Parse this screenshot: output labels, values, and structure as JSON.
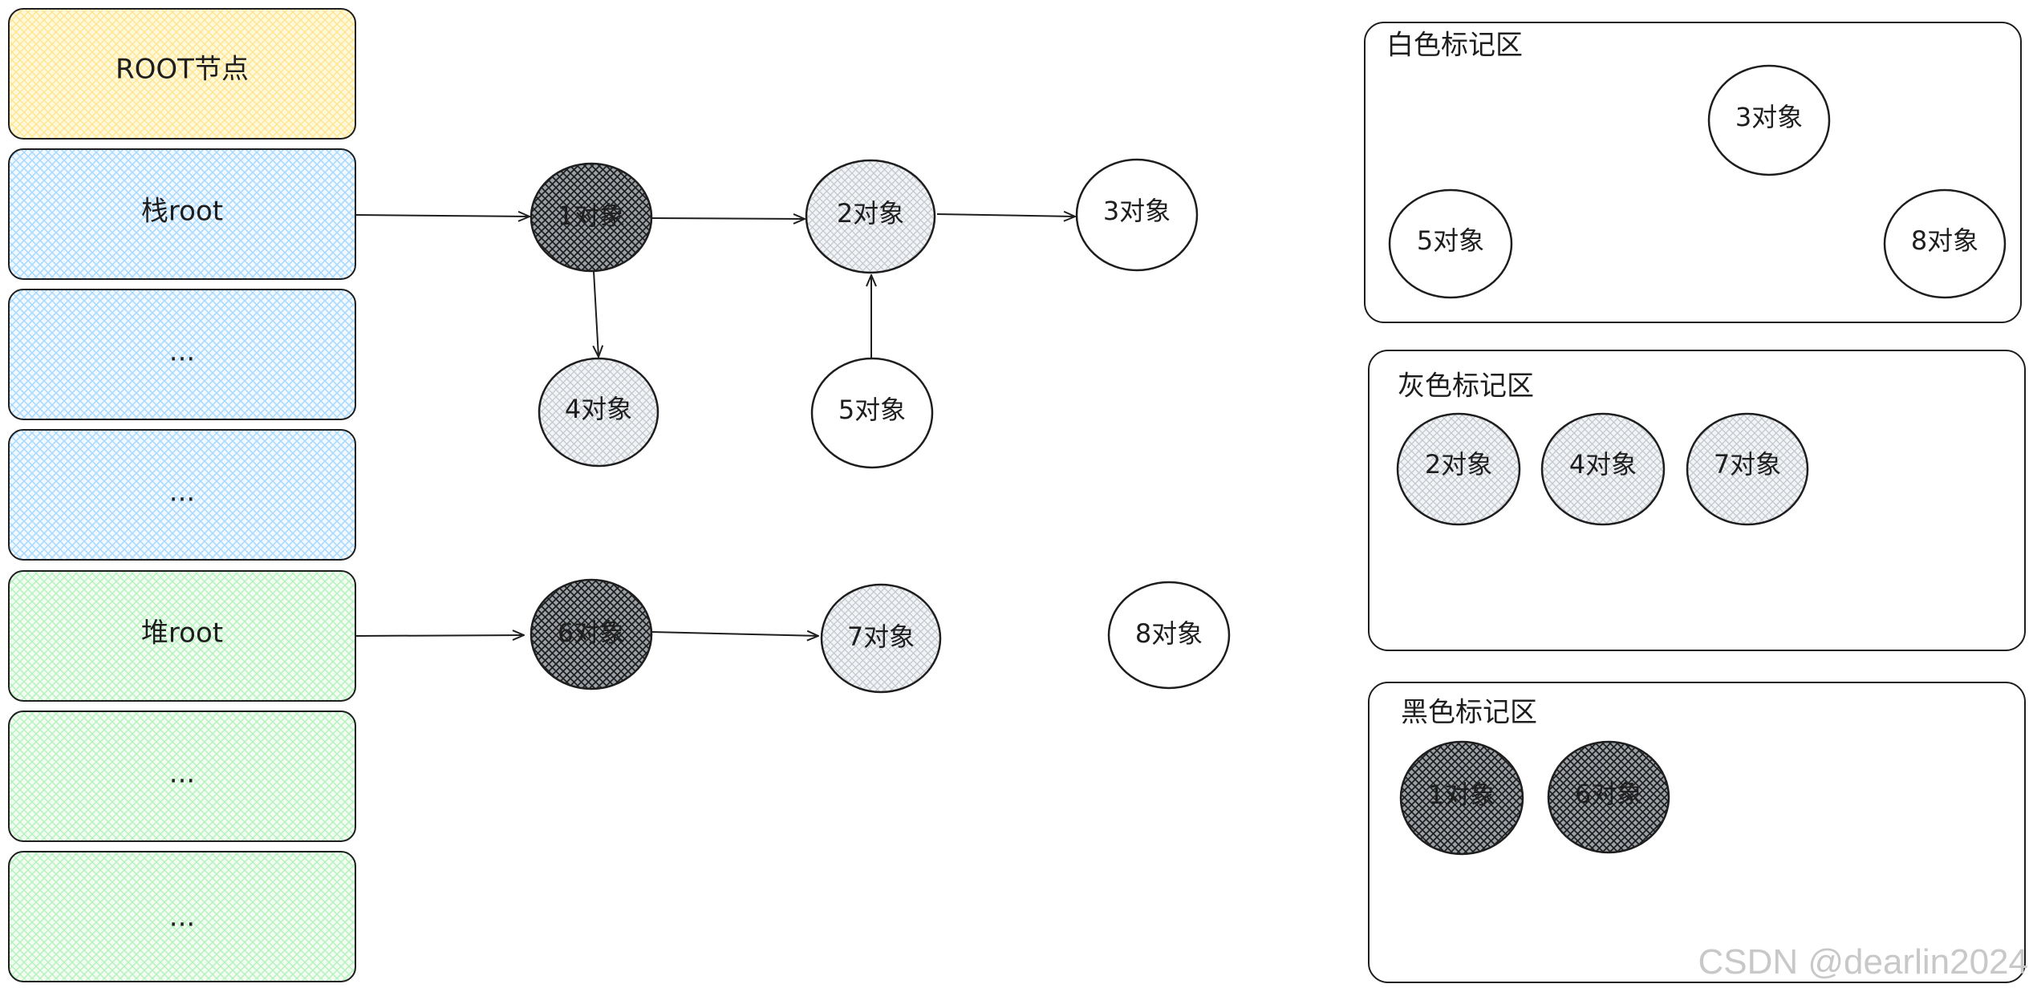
{
  "root_column": {
    "root_label": "ROOT节点",
    "stack_root": "栈root",
    "stack_more_1": "...",
    "stack_more_2": "...",
    "heap_root": "堆root",
    "heap_more_1": "...",
    "heap_more_2": "..."
  },
  "graph": {
    "obj1": "1对象",
    "obj2": "2对象",
    "obj3": "3对象",
    "obj4": "4对象",
    "obj5": "5对象",
    "obj6": "6对象",
    "obj7": "7对象",
    "obj8": "8对象"
  },
  "white_zone": {
    "title": "白色标记区",
    "items": [
      "3对象",
      "5对象",
      "8对象"
    ]
  },
  "gray_zone": {
    "title": "灰色标记区",
    "items": [
      "2对象",
      "4对象",
      "7对象"
    ]
  },
  "black_zone": {
    "title": "黑色标记区",
    "items": [
      "1对象",
      "6对象"
    ]
  },
  "watermark": "CSDN @dearlin2024",
  "colors": {
    "root_fill": "#fff3bf",
    "root_stroke": "#1e1e1e",
    "stack_hatch": "#a5d8ff",
    "heap_hatch": "#b2f2bb",
    "gray_hatch": "#ced4da",
    "black_hatch": "#1e1e1e"
  }
}
